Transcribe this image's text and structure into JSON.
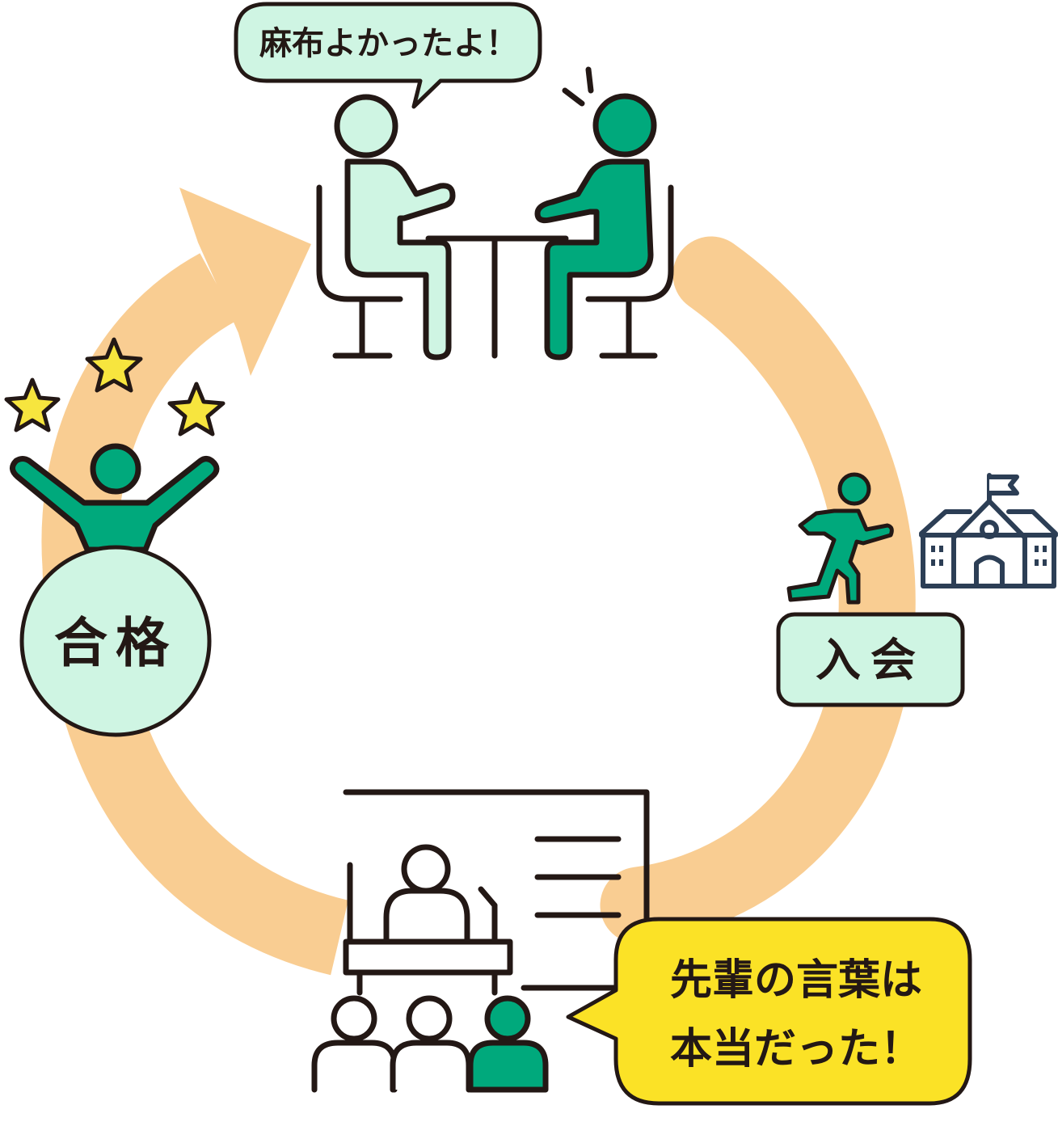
{
  "bubbles": {
    "top_speech": "麻布よかったよ！",
    "bottom_speech_line1": "先輩の言葉は",
    "bottom_speech_line2": "本当だった！"
  },
  "labels": {
    "pass": "合格",
    "join": "入会"
  },
  "colors": {
    "cycle_arrow": "#f9cd92",
    "green_dark": "#00a97c",
    "green_light": "#cff5e3",
    "bubble_yellow": "#fbe226",
    "star_yellow": "#f7e53e",
    "outline": "#231815",
    "school_navy": "#2c3e55"
  },
  "icons": [
    "two-people-talking-icon",
    "runner-icon",
    "school-building-icon",
    "lecture-presentation-icon",
    "celebrating-person-icon",
    "star-icon"
  ]
}
